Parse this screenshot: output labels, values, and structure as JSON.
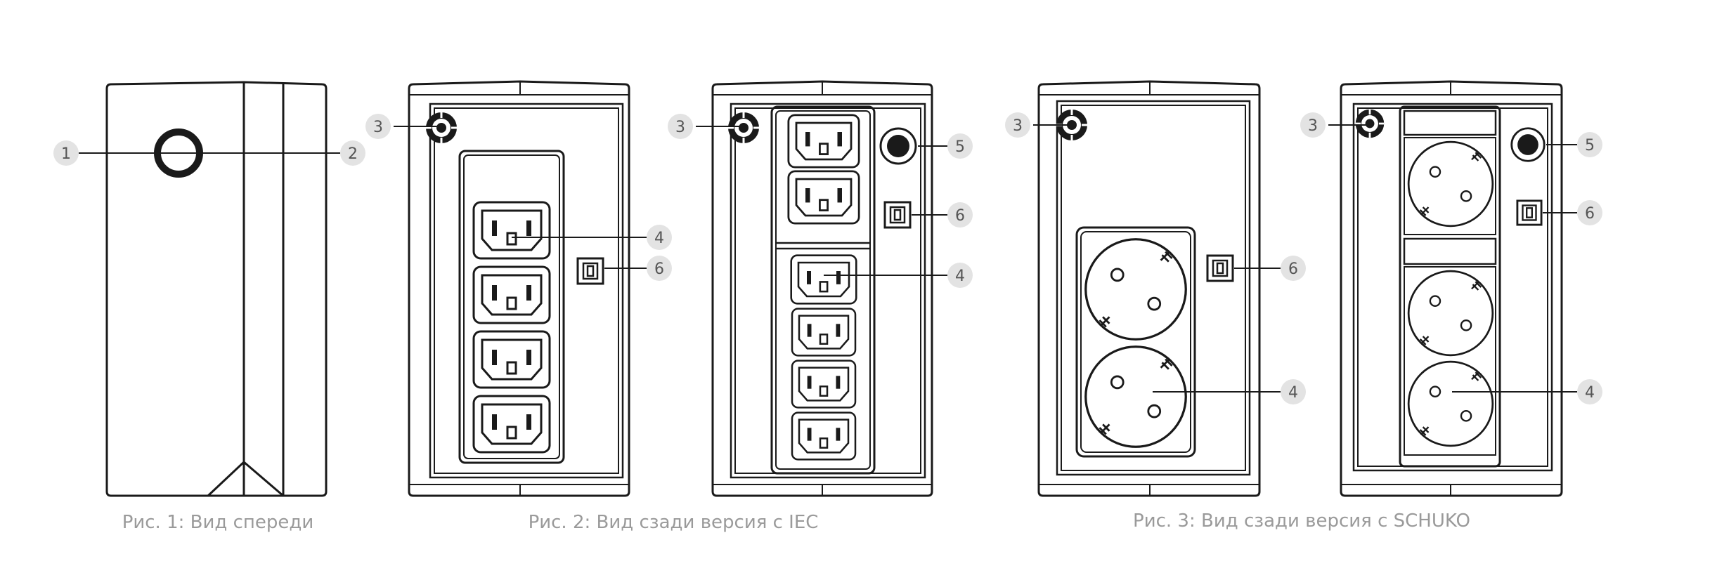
{
  "captions": {
    "fig1": "Рис. 1: Вид спереди",
    "fig2": "Рис. 2: Вид сзади версия с IEC",
    "fig3": "Рис. 3: Вид сзади версия с SCHUKO"
  },
  "callouts": {
    "power_button": "1",
    "indicator": "2",
    "circuit_breaker": "3",
    "outlets": "4",
    "battery_outlet_breaker": "5",
    "usb_port": "6"
  },
  "colors": {
    "line": "#1a1a1a",
    "callout_bg": "#e3e3e3",
    "caption": "#9a9a9a"
  }
}
